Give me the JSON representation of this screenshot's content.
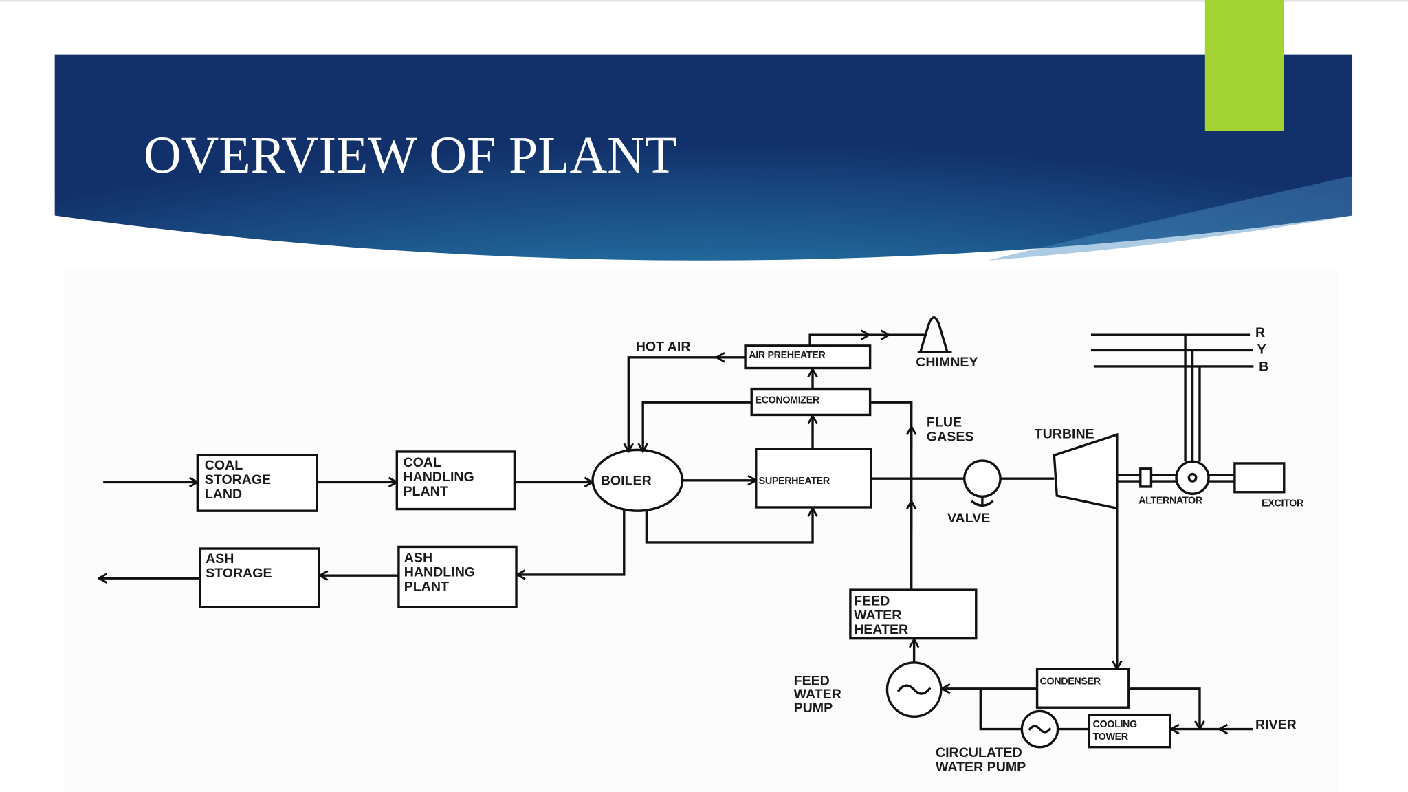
{
  "slide": {
    "title": "OVERVIEW OF PLANT",
    "colors": {
      "header_dark": "#12306a",
      "header_light": "#2f8db3",
      "accent_green": "#a3d233"
    }
  },
  "diagram": {
    "coal_storage": [
      "COAL",
      "STORAGE",
      "LAND"
    ],
    "coal_handling": [
      "COAL",
      "HANDLING",
      "PLANT"
    ],
    "boiler": "BOILER",
    "superheater": "SUPERHEATER",
    "economizer": "ECONOMIZER",
    "air_preheater": "AIR PREHEATER",
    "hot_air": "HOT AIR",
    "chimney": "CHIMNEY",
    "flue_gases": [
      "FLUE",
      "GASES"
    ],
    "valve": "VALVE",
    "turbine": "TURBINE",
    "alternator": "ALTERNATOR",
    "excitor": "EXCITOR",
    "phases": [
      "R",
      "Y",
      "B"
    ],
    "ash_storage": [
      "ASH",
      "STORAGE"
    ],
    "ash_handling": [
      "ASH",
      "HANDLING",
      "PLANT"
    ],
    "feed_water_heater": [
      "FEED",
      "WATER",
      "HEATER"
    ],
    "feed_water_pump": [
      "FEED",
      "WATER",
      "PUMP"
    ],
    "condenser": "CONDENSER",
    "cooling_tower": [
      "COOLING",
      "TOWER"
    ],
    "river": "RIVER",
    "circulated_water_pump": [
      "CIRCULATED",
      "WATER PUMP"
    ]
  }
}
